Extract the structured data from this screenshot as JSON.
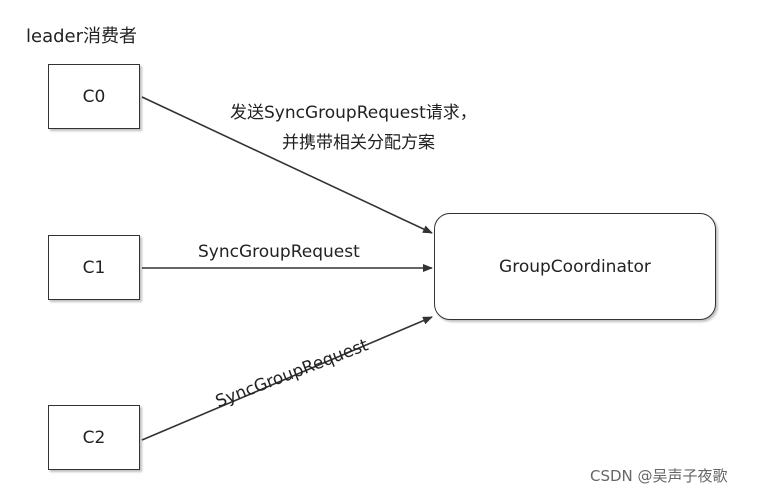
{
  "leader_label": "leader消费者",
  "consumers": [
    {
      "id": "c0",
      "label": "C0"
    },
    {
      "id": "c1",
      "label": "C1"
    },
    {
      "id": "c2",
      "label": "C2"
    }
  ],
  "coordinator": {
    "label": "GroupCoordinator"
  },
  "edges": [
    {
      "from": "C0",
      "to": "GroupCoordinator",
      "label_lines": [
        "发送SyncGroupRequest请求，",
        "并携带相关分配方案"
      ]
    },
    {
      "from": "C1",
      "to": "GroupCoordinator",
      "label": "SyncGroupRequest"
    },
    {
      "from": "C2",
      "to": "GroupCoordinator",
      "label": "SyncGroupRequest"
    }
  ],
  "watermark": "CSDN @吴声子夜歌"
}
